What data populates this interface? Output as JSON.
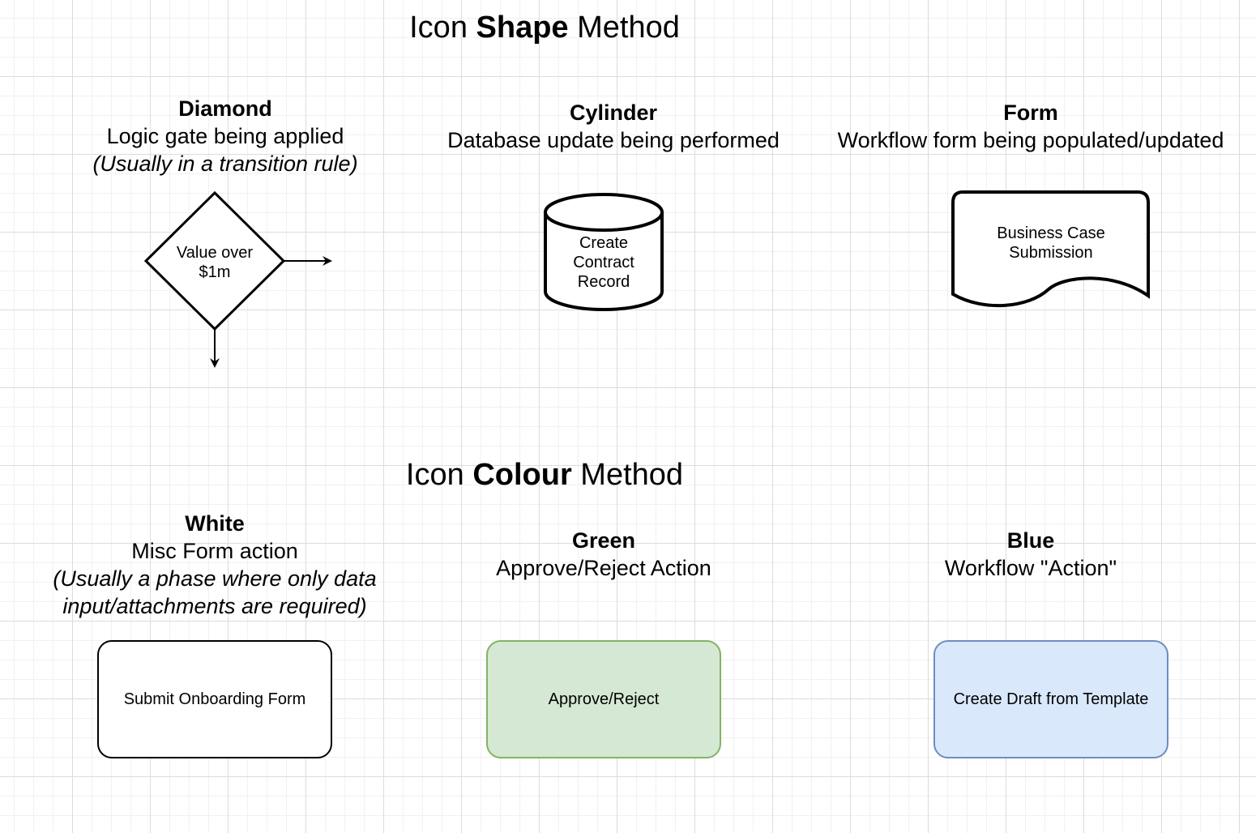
{
  "shape_section": {
    "title_pre": "Icon ",
    "title_bold": "Shape",
    "title_post": " Method",
    "diamond": {
      "heading": "Diamond",
      "description": "Logic gate being applied",
      "note": "(Usually in a transition rule)",
      "shape_text": "Value over\n$1m"
    },
    "cylinder": {
      "heading": "Cylinder",
      "description": "Database update being performed",
      "shape_text": "Create\nContract\nRecord"
    },
    "form": {
      "heading": "Form",
      "description": "Workflow form being populated/updated",
      "shape_text": "Business Case\nSubmission"
    }
  },
  "colour_section": {
    "title_pre": "Icon ",
    "title_bold": "Colour",
    "title_post": " Method",
    "white": {
      "heading": "White",
      "description": "Misc Form action",
      "note": "(Usually a phase where only data\ninput/attachments are required)",
      "box_text": "Submit Onboarding Form",
      "fill": "#ffffff",
      "stroke": "#000000"
    },
    "green": {
      "heading": "Green",
      "description": "Approve/Reject Action",
      "box_text": "Approve/Reject",
      "fill": "#d5e8d4",
      "stroke": "#82b366"
    },
    "blue": {
      "heading": "Blue",
      "description": "Workflow \"Action\"",
      "box_text": "Create Draft from Template",
      "fill": "#dae8fc",
      "stroke": "#6c8ebf"
    }
  }
}
